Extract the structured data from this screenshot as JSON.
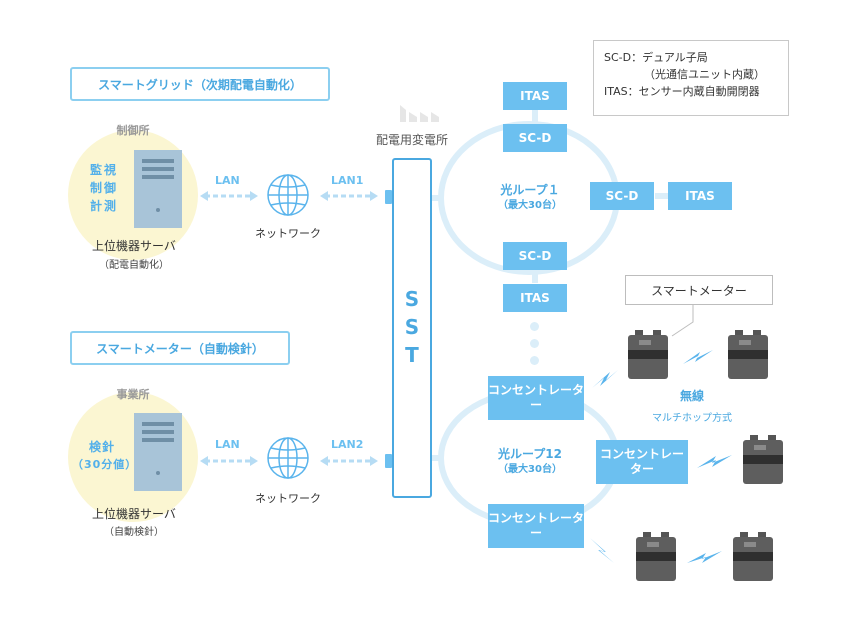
{
  "legend": {
    "line1": "SC-D：デュアル子局",
    "line2": "（光通信ユニット内蔵）",
    "line3": "ITAS：センサー内蔵自動開閉器"
  },
  "sections": {
    "smart_grid": "スマートグリッド（次期配電自動化）",
    "smart_meter": "スマートメーター（自動検針）"
  },
  "top_site": {
    "place": "制御所",
    "functions": [
      "監視",
      "制御",
      "計測"
    ],
    "server_label": "上位機器サーバ",
    "server_sub": "（配電自動化）",
    "network_label": "ネットワーク",
    "lan_left": "LAN",
    "lan_right": "LAN1"
  },
  "bottom_site": {
    "place": "事業所",
    "functions": [
      "検針",
      "（30分値）"
    ],
    "server_label": "上位機器サーバ",
    "server_sub": "（自動検針）",
    "network_label": "ネットワーク",
    "lan_left": "LAN",
    "lan_right": "LAN2"
  },
  "substation": {
    "label": "配電用変電所",
    "sst_letters": [
      "S",
      "S",
      "T"
    ]
  },
  "loop1": {
    "title": "光ループ１",
    "sub": "（最大30台）",
    "nodes": [
      "ITAS",
      "SC-D",
      "SC-D",
      "ITAS",
      "SC-D",
      "ITAS"
    ]
  },
  "loop12": {
    "title": "光ループ12",
    "sub": "（最大30台）",
    "concentrator": "コンセントレーター"
  },
  "meters": {
    "callout": "スマートメーター",
    "wireless_title": "無線",
    "wireless_sub": "マルチホップ方式"
  },
  "colors": {
    "accent": "#6cc0f0",
    "accent_dark": "#4aa8e0",
    "loop_line": "#dbeef9",
    "site_circle": "#fbf6d2"
  }
}
